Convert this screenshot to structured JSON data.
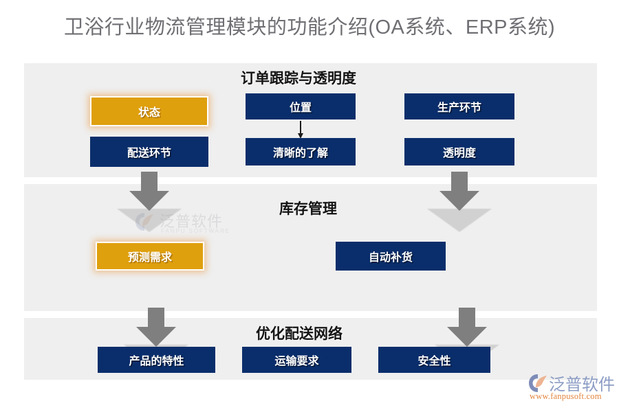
{
  "title": "卫浴行业物流管理模块的功能介绍(OA系统、ERP系统)",
  "colors": {
    "navy": "#0a2e6b",
    "gold": "#dfa00e",
    "panel_bg": "#efefef",
    "arrow_gray": "#7f7f7f",
    "title_gray": "#6f6f74",
    "logo_blue": "#8c9cc4",
    "logo_orange": "#e2843c"
  },
  "sections": [
    {
      "id": "order-tracking",
      "heading": "订单跟踪与透明度",
      "nodes": [
        {
          "label": "状态",
          "style": "gold"
        },
        {
          "label": "配送环节",
          "style": "navy"
        },
        {
          "label": "位置",
          "style": "navy"
        },
        {
          "label": "清晰的了解",
          "style": "navy"
        },
        {
          "label": "生产环节",
          "style": "navy"
        },
        {
          "label": "透明度",
          "style": "navy"
        }
      ]
    },
    {
      "id": "inventory-management",
      "heading": "库存管理",
      "nodes": [
        {
          "label": "预测需求",
          "style": "gold"
        },
        {
          "label": "自动补货",
          "style": "navy"
        }
      ]
    },
    {
      "id": "delivery-network",
      "heading": "优化配送网络",
      "nodes": [
        {
          "label": "产品的特性",
          "style": "navy"
        },
        {
          "label": "运输要求",
          "style": "navy"
        },
        {
          "label": "安全性",
          "style": "navy"
        }
      ]
    }
  ],
  "watermark": {
    "cn": "泛普软件",
    "en": "FANPU SOFTWARE"
  },
  "logo": {
    "cn": "泛普软件",
    "url": "www.fanpusoft.com"
  }
}
